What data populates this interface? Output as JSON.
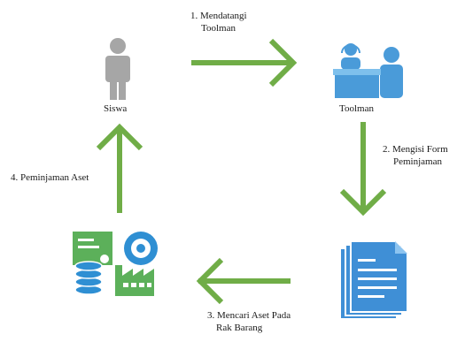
{
  "nodes": {
    "student": {
      "label": "Siswa"
    },
    "toolman": {
      "label": "Toolman"
    }
  },
  "steps": [
    {
      "line1": "1. Mendatangi",
      "line2": "Toolman"
    },
    {
      "line1": "2. Mengisi Form",
      "line2": "Peminjaman"
    },
    {
      "line1": "3. Mencari Aset Pada",
      "line2": "Rak Barang"
    },
    {
      "line1": "4. Peminjaman Aset"
    }
  ],
  "colors": {
    "arrow": "#70ad47",
    "person": "#a6a6a6",
    "toolman_blue": "#4a9bd9",
    "document_blue": "#3f8fd6",
    "asset_green": "#5cb05a",
    "asset_blue": "#2f8fd3"
  },
  "icons": {
    "student": "person-icon",
    "toolman": "service-desk-icon",
    "form": "document-stack-icon",
    "assets": "assets-icon"
  }
}
